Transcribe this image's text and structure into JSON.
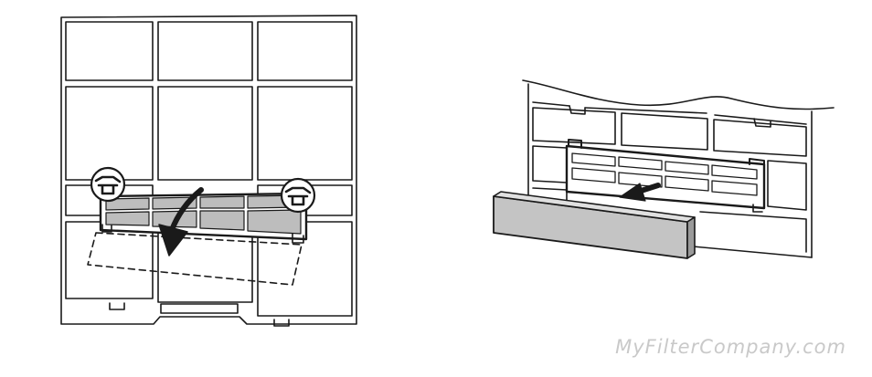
{
  "watermark": {
    "text": "MyFilterCompany.com",
    "color": "#c9c9c9"
  },
  "colors": {
    "line": "#1a1a1a",
    "small_filter_fill": "#bdbdbd",
    "removed_filter_fill": "#c4c4c4",
    "background": "#ffffff"
  },
  "illustrations": [
    {
      "name": "left-panel",
      "depicts": "air-filter-with-small-filter-being-rotated-down"
    },
    {
      "name": "right-panel",
      "depicts": "small-filter-being-pulled-out-of-holder"
    }
  ]
}
